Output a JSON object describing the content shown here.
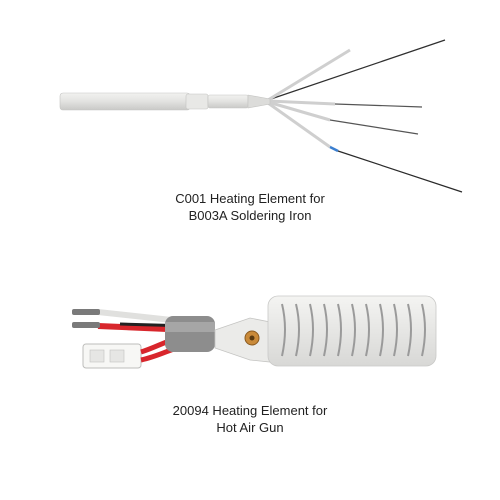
{
  "products": [
    {
      "line1": "C001 Heating Element for",
      "line2": "B003A Soldering Iron",
      "illustration": "soldering-iron-heating-element"
    },
    {
      "line1": "20094 Heating Element for",
      "line2": "Hot Air Gun",
      "illustration": "hot-air-gun-heating-element"
    }
  ],
  "colors": {
    "background": "#ffffff",
    "ceramic": "#e4e4e2",
    "wire": "#2a2a2a",
    "blue_mark": "#3b7fd0",
    "red_wire": "#d8262c",
    "sleeve": "#8d8d8d",
    "coil": "#9a9a9a"
  }
}
